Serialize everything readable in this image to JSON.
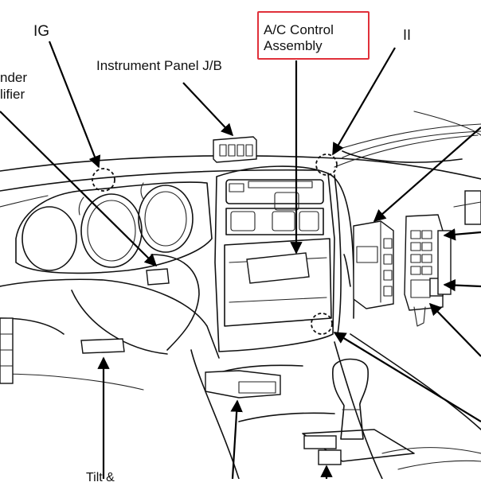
{
  "labels": {
    "ig": "IG",
    "ii": "II",
    "instrument_panel_jb": "Instrument Panel J/B",
    "ac_control_line1": "A/C Control",
    "ac_control_line2": "Assembly",
    "cylinder_line1": "nder",
    "cylinder_line2": "lifier",
    "tilt": "Tilt &"
  },
  "colors": {
    "highlight": "#e0303a",
    "ink": "#111111"
  }
}
